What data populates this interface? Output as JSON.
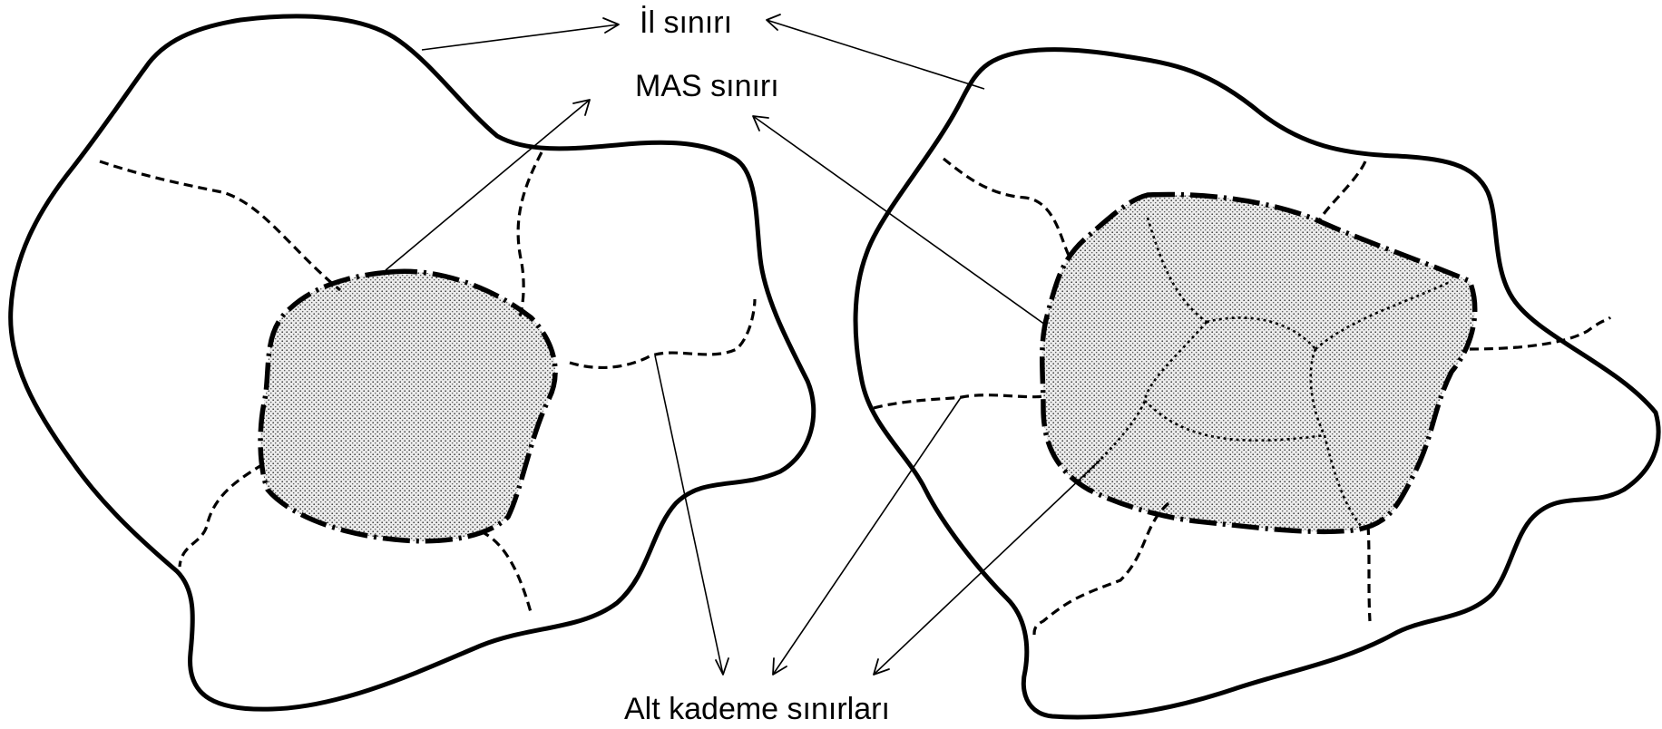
{
  "labels": {
    "province_boundary": "İl sınırı",
    "mas_boundary": "MAS sınırı",
    "lower_tier_boundaries": "Alt kademe sınırları"
  },
  "colors": {
    "ink": "#000000",
    "background": "#ffffff",
    "mas_fill_dots": "#000000"
  }
}
